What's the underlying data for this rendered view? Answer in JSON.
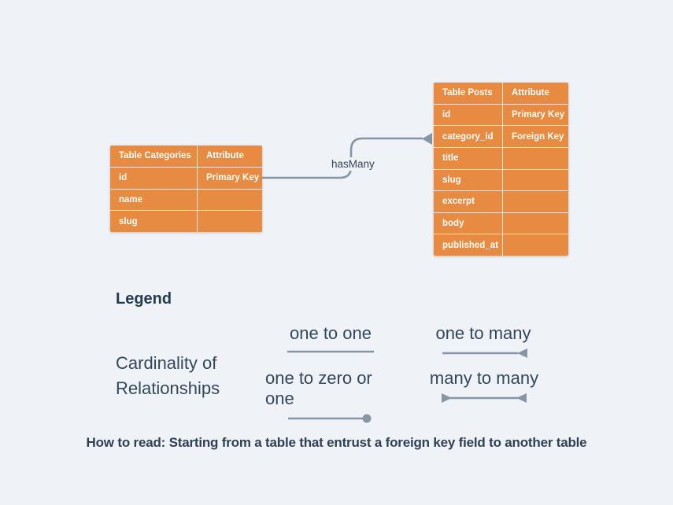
{
  "colors": {
    "background": "#EFF2F7",
    "table_fill": "#E88B42",
    "table_text": "#FFFFFF",
    "text_navy": "#2E4154",
    "connector_gray": "#8795A5"
  },
  "diagram": {
    "relationship_label": "hasMany",
    "tables": {
      "categories": {
        "header": {
          "name": "Table Categories",
          "attribute": "Attribute"
        },
        "rows": [
          {
            "field": "id",
            "attribute": "Primary Key"
          },
          {
            "field": "name",
            "attribute": ""
          },
          {
            "field": "slug",
            "attribute": ""
          }
        ]
      },
      "posts": {
        "header": {
          "name": "Table Posts",
          "attribute": "Attribute"
        },
        "rows": [
          {
            "field": "id",
            "attribute": "Primary Key"
          },
          {
            "field": "category_id",
            "attribute": "Foreign Key"
          },
          {
            "field": "title",
            "attribute": ""
          },
          {
            "field": "slug",
            "attribute": ""
          },
          {
            "field": "excerpt",
            "attribute": ""
          },
          {
            "field": "body",
            "attribute": ""
          },
          {
            "field": "published_at",
            "attribute": ""
          }
        ]
      }
    }
  },
  "legend": {
    "title": "Legend",
    "section_label_line1": "Cardinality of",
    "section_label_line2": "Relationships",
    "items": [
      {
        "label": "one to one",
        "symbol": "plain-line"
      },
      {
        "label": "one to many",
        "symbol": "line-with-reversed-arrow-end"
      },
      {
        "label": "one to zero or one",
        "symbol": "line-with-dot-end"
      },
      {
        "label": "many to many",
        "symbol": "line-with-reversed-arrows-both-ends"
      }
    ]
  },
  "footer": {
    "how_to_read": "How to read: Starting from a table that entrust a foreign key field to another table"
  }
}
